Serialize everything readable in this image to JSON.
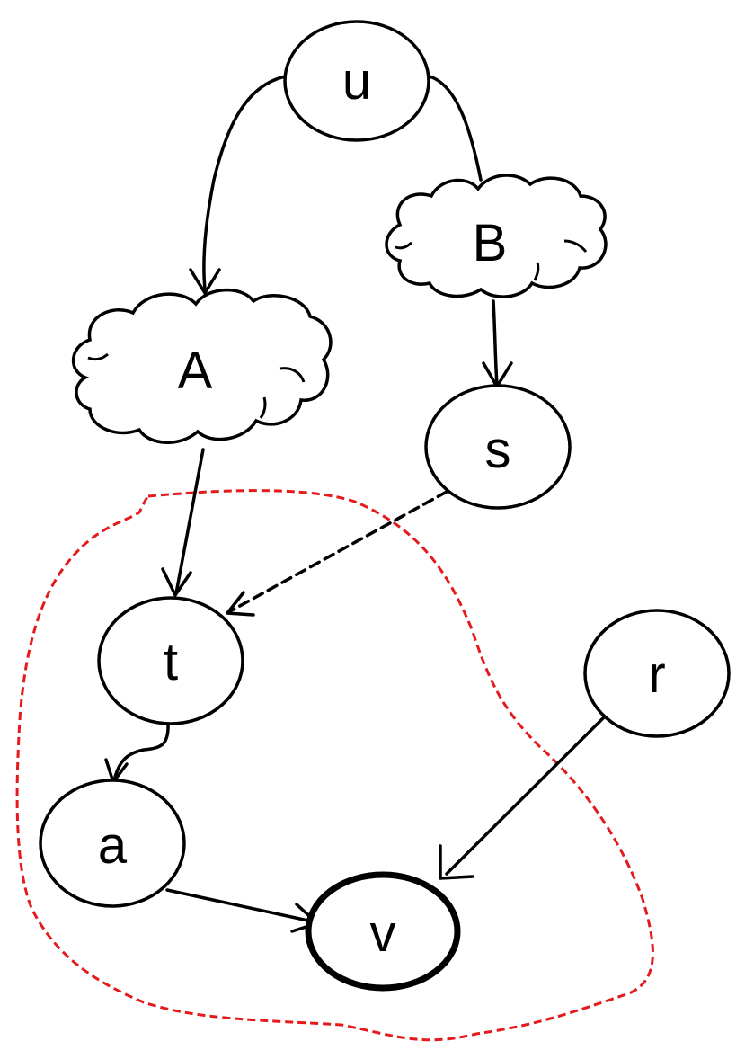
{
  "nodes": {
    "u": "u",
    "A": "A",
    "B": "B",
    "s": "s",
    "t": "t",
    "a": "a",
    "v": "v",
    "r": "r"
  },
  "colors": {
    "stroke": "#000000",
    "region_outline": "#e41a1c",
    "background": "#ffffff"
  }
}
